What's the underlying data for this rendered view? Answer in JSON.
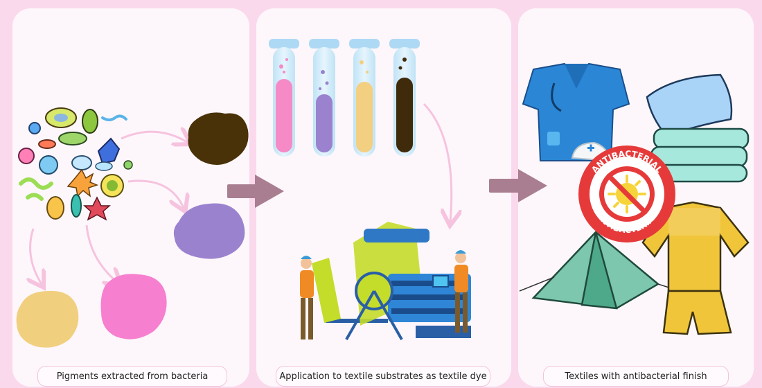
{
  "captions": {
    "step1": "Pigments extracted from bacteria",
    "step2": "Application to textile substrates as textile dye",
    "step3": "Textiles with antibacterial finish"
  },
  "badge": {
    "top_text": "ANTIBACTERIAL",
    "bottom_text": "ANTIBACTERIAL"
  },
  "colors": {
    "background": "#fbd9ec",
    "panel": "#fdf7fb",
    "arrow": "#a97e90",
    "pigment_brown": "#4a3208",
    "pigment_purple": "#9b82cf",
    "pigment_yellow": "#f0cf7f",
    "pigment_pink": "#f77fcf",
    "badge_red": "#e63a3a"
  },
  "icons": [
    "bacteria-cluster-icon",
    "pigment-blob-icon",
    "test-tube-icon",
    "textile-machine-icon",
    "worker-icon",
    "scrubs-icon",
    "nurse-cap-icon",
    "pillow-icon",
    "folded-towels-icon",
    "tent-icon",
    "sports-jersey-icon",
    "antibacterial-badge-icon",
    "flow-arrow-icon"
  ]
}
